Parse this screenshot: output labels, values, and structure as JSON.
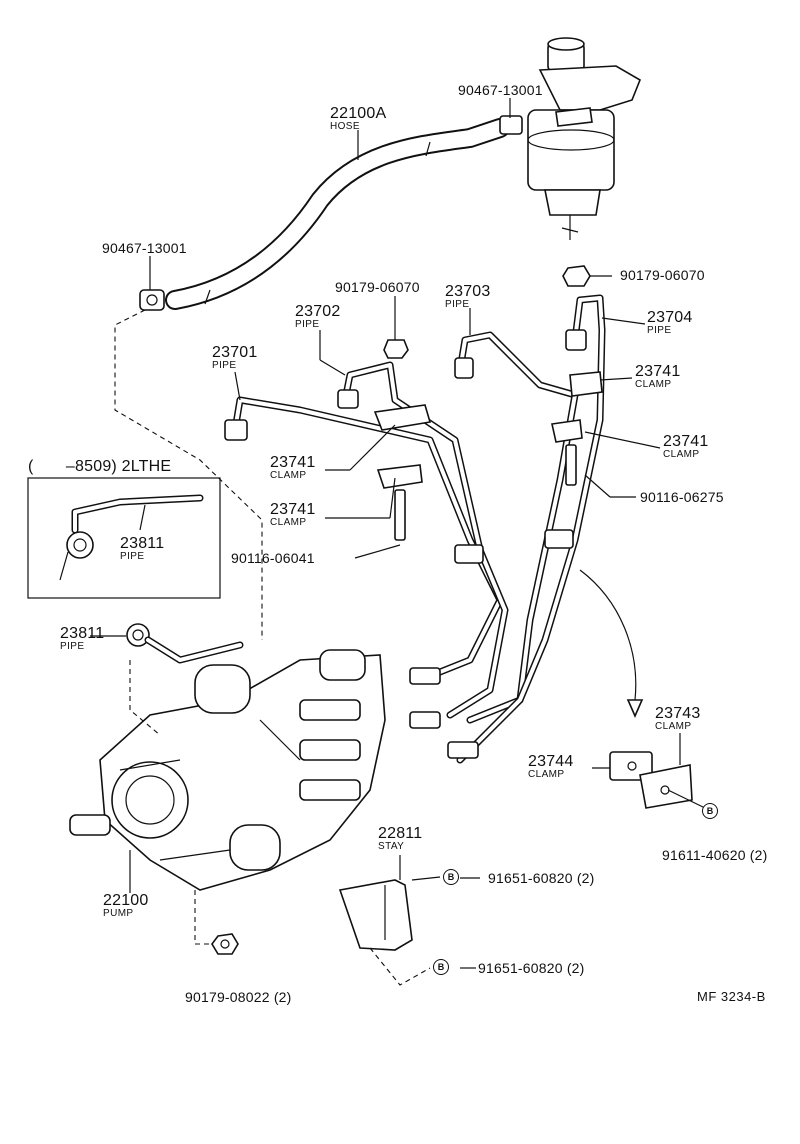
{
  "labels": {
    "hose_num": "22100A",
    "hose_name": "HOSE",
    "clamp_top_num": "90467-13001",
    "clamp_left_num": "90467-13001",
    "nut_a_num": "90179-06070",
    "nut_b_num": "90179-06070",
    "pipe_23702_num": "23702",
    "pipe_23702_name": "PIPE",
    "pipe_23703_num": "23703",
    "pipe_23703_name": "PIPE",
    "pipe_23704_num": "23704",
    "pipe_23704_name": "PIPE",
    "pipe_23701_num": "23701",
    "pipe_23701_name": "PIPE",
    "clamp_23741_a_num": "23741",
    "clamp_23741_a_name": "CLAMP",
    "clamp_23741_b_num": "23741",
    "clamp_23741_b_name": "CLAMP",
    "clamp_23741_c_num": "23741",
    "clamp_23741_c_name": "CLAMP",
    "clamp_23741_d_num": "23741",
    "clamp_23741_d_name": "CLAMP",
    "stud_a_num": "90116-06041",
    "stud_b_num": "90116-06275",
    "inset_title": "(　　–8509) 2LTHE",
    "inset_pipe_num": "23811",
    "inset_pipe_name": "PIPE",
    "pipe_23811_num": "23811",
    "pipe_23811_name": "PIPE",
    "clamp_23743_num": "23743",
    "clamp_23743_name": "CLAMP",
    "clamp_23744_num": "23744",
    "clamp_23744_name": "CLAMP",
    "bolt_c_num": "91611-40620 (2)",
    "stay_num": "22811",
    "stay_name": "STAY",
    "bolt_b1_num": "91651-60820 (2)",
    "bolt_b2_num": "91651-60820 (2)",
    "pump_num": "22100",
    "pump_name": "PUMP",
    "nut_c_num": "90179-08022 (2)",
    "circle_b": "B",
    "ref_code": "MF  3234-B"
  }
}
